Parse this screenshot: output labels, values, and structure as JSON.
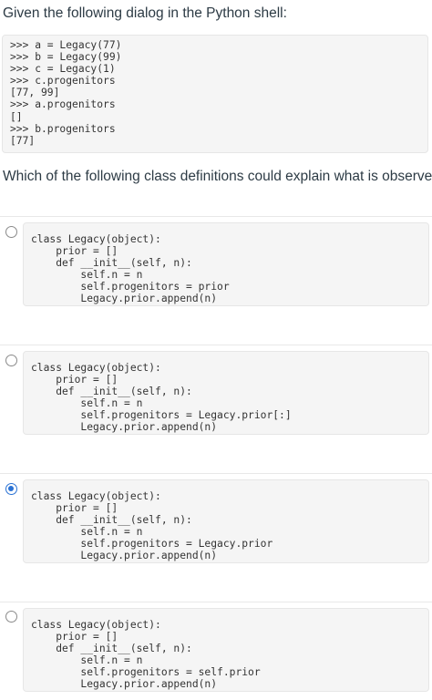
{
  "prompt": "Given the following dialog in the Python shell:",
  "shell_lines": [
    ">>> a = Legacy(77)",
    ">>> b = Legacy(99)",
    ">>> c = Legacy(1)",
    ">>> c.progenitors",
    "[77, 99]",
    ">>> a.progenitors",
    "[]",
    ">>> b.progenitors",
    "[77]"
  ],
  "question": "Which of the following class definitions could explain what is observed?",
  "options": [
    {
      "selected": false,
      "lines": [
        "class Legacy(object):",
        "    prior = []",
        "    def __init__(self, n):",
        "        self.n = n",
        "        self.progenitors = prior",
        "        Legacy.prior.append(n)"
      ]
    },
    {
      "selected": false,
      "lines": [
        "class Legacy(object):",
        "    prior = []",
        "    def __init__(self, n):",
        "        self.n = n",
        "        self.progenitors = Legacy.prior[:]",
        "        Legacy.prior.append(n)"
      ]
    },
    {
      "selected": true,
      "lines": [
        "class Legacy(object):",
        "    prior = []",
        "    def __init__(self, n):",
        "        self.n = n",
        "        self.progenitors = Legacy.prior",
        "        Legacy.prior.append(n)"
      ]
    },
    {
      "selected": false,
      "lines": [
        "class Legacy(object):",
        "    prior = []",
        "    def __init__(self, n):",
        "        self.n = n",
        "        self.progenitors = self.prior",
        "        Legacy.prior.append(n)"
      ]
    }
  ],
  "colors": {
    "text": "#2d3b45",
    "code_background": "#f5f5f5",
    "radio_selected": "#2a72d4"
  }
}
